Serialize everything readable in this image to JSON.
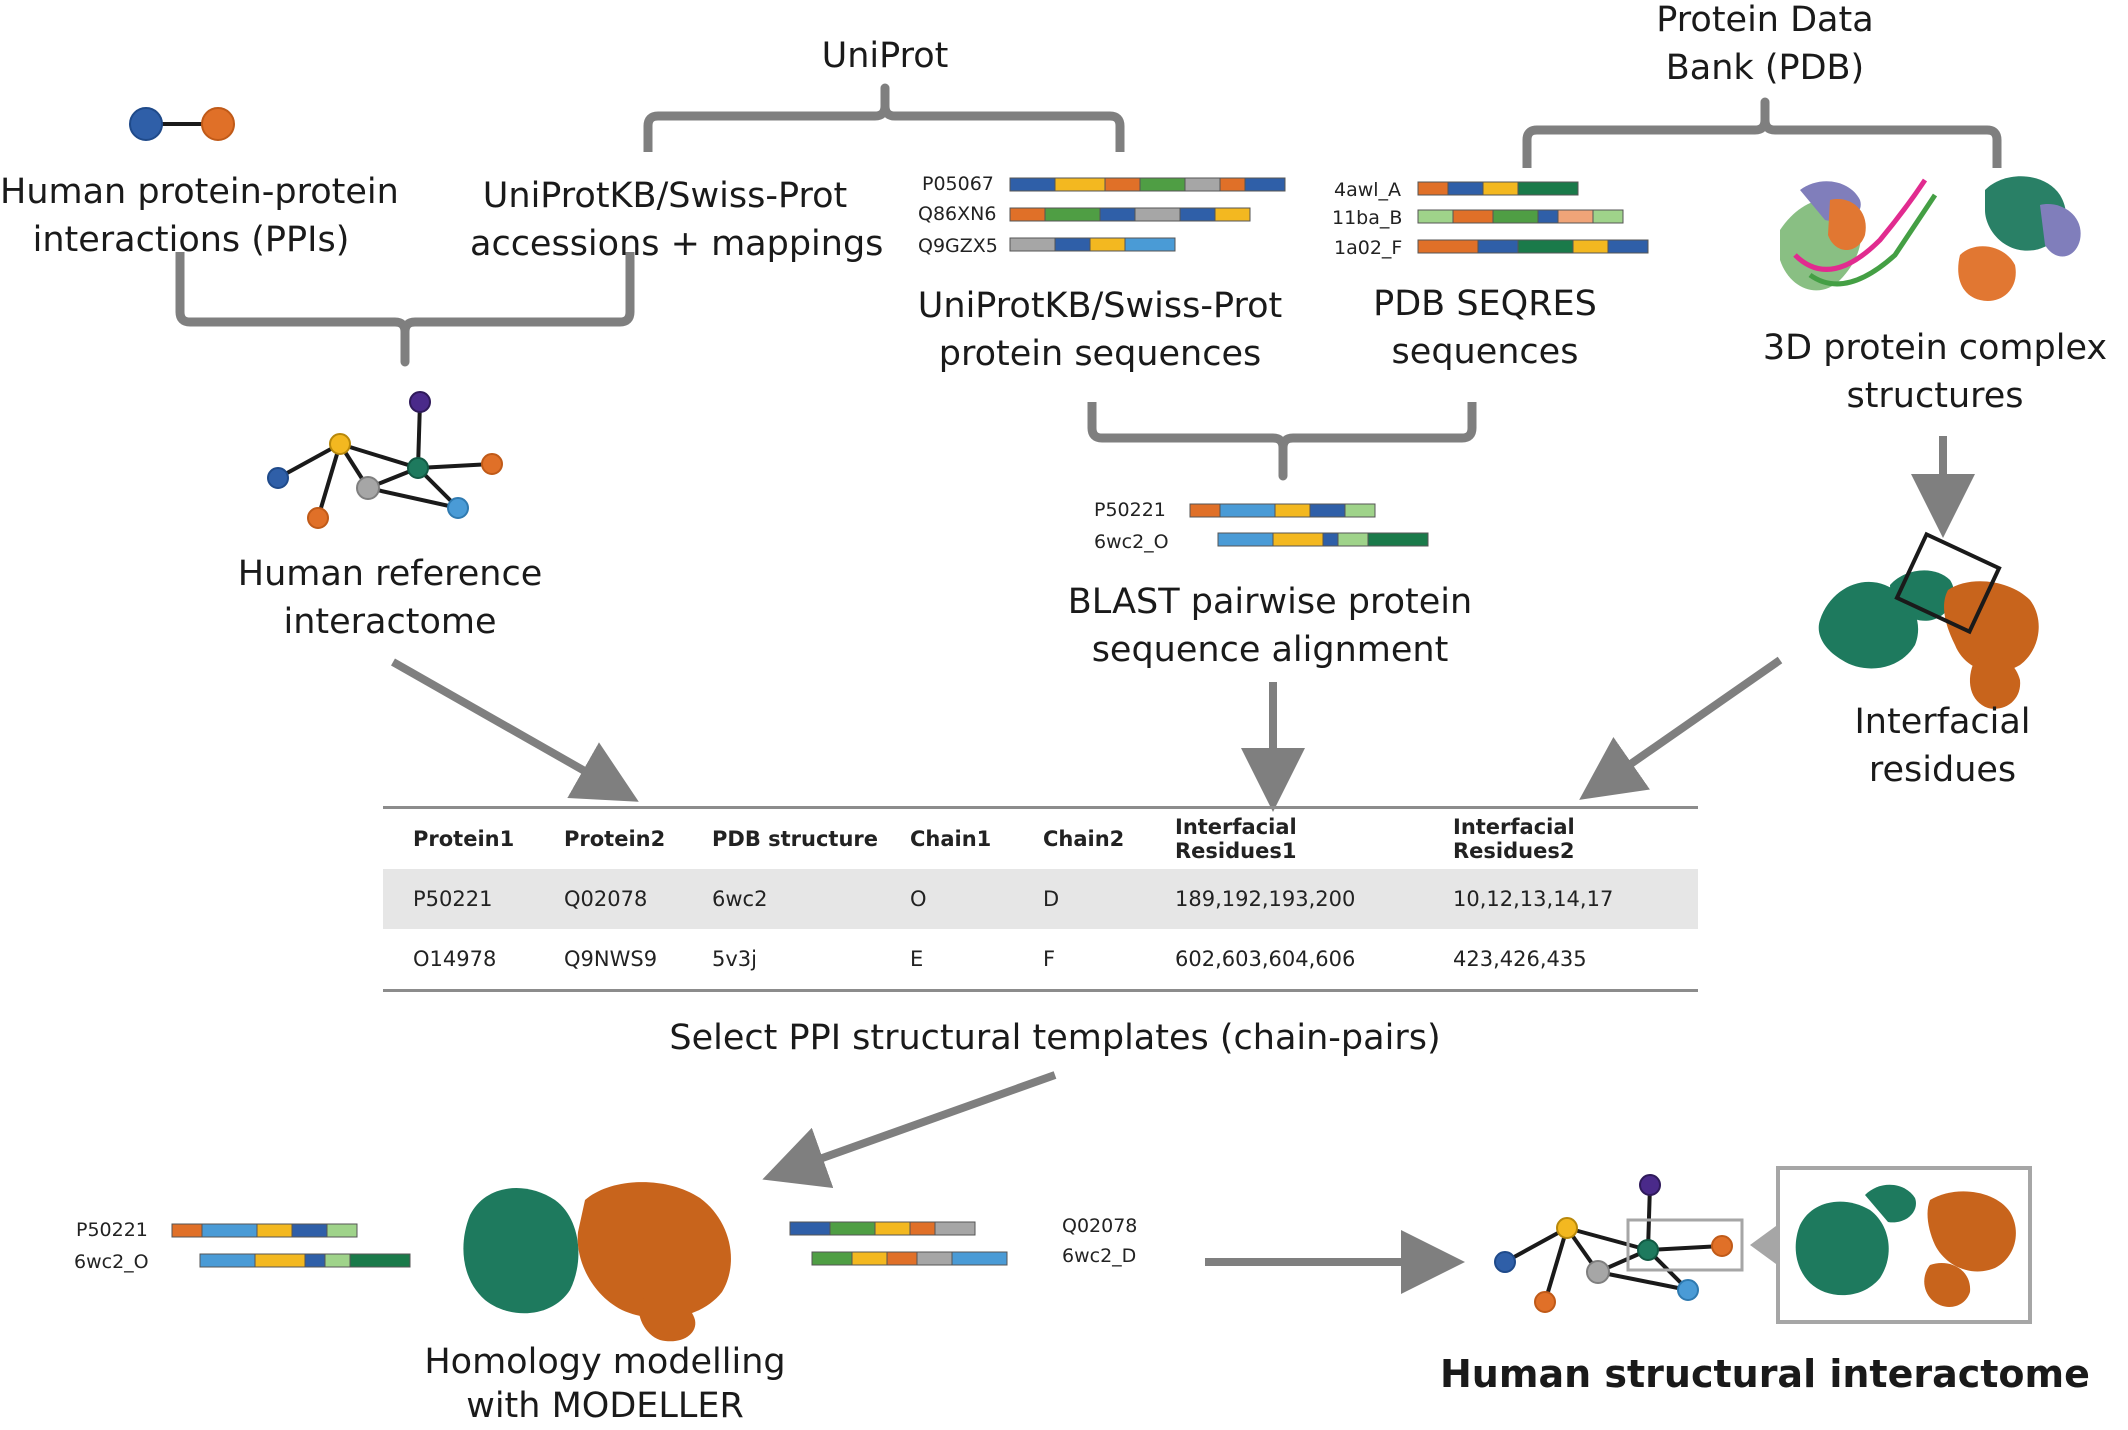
{
  "labels": {
    "uniprot": "UniProt",
    "pdb": [
      "Protein Data",
      "Bank (PDB)"
    ],
    "ppis": [
      "Human protein-protein",
      "interactions (PPIs)"
    ],
    "accessions": [
      "UniProtKB/Swiss-Prot",
      "accessions + mappings"
    ],
    "uniprot_seqs": [
      "UniProtKB/Swiss-Prot",
      "protein sequences"
    ],
    "pdb_seqres": [
      "PDB SEQRES",
      "sequences"
    ],
    "structures3d": [
      "3D protein complex",
      "structures"
    ],
    "reference": [
      "Human reference",
      "interactome"
    ],
    "blast": [
      "BLAST pairwise protein",
      "sequence alignment"
    ],
    "interfacial": [
      "Interfacial",
      "residues"
    ],
    "select": "Select PPI structural templates (chain-pairs)",
    "homology": [
      "Homology modelling",
      "with MODELLER"
    ],
    "result": "Human structural interactome"
  },
  "seq_ids": {
    "uniprot": [
      "P05067",
      "Q86XN6",
      "Q9GZX5"
    ],
    "pdb": [
      "4awl_A",
      "11ba_B",
      "1a02_F"
    ],
    "blast": [
      "P50221",
      "6wc2_O"
    ],
    "model_left": [
      "P50221",
      "6wc2_O"
    ],
    "model_right": [
      "Q02078",
      "6wc2_D"
    ]
  },
  "table": {
    "headers": [
      "Protein1",
      "Protein2",
      "PDB structure",
      "Chain1",
      "Chain2",
      "Interfacial Residues1",
      "Interfacial Residues2"
    ],
    "rows": [
      [
        "P50221",
        "Q02078",
        "6wc2",
        "O",
        "D",
        "189,192,193,200",
        "10,12,13,14,17"
      ],
      [
        "O14978",
        "Q9NWS9",
        "5v3j",
        "E",
        "F",
        "602,603,604,606",
        "423,426,435"
      ]
    ]
  },
  "colors": {
    "blue": "#2f5fa8",
    "orange": "#e07028",
    "yellow": "#f3b820",
    "green": "#4f9e44",
    "gray": "#a6a6a6",
    "light_blue": "#4a9bd6",
    "light_green": "#9fd38a",
    "salmon": "#f0a478",
    "dark_green": "#1a7a4a",
    "teal": "#1e7a5e",
    "purple": "#4a2a8a",
    "connector": "#7f7f7f"
  }
}
